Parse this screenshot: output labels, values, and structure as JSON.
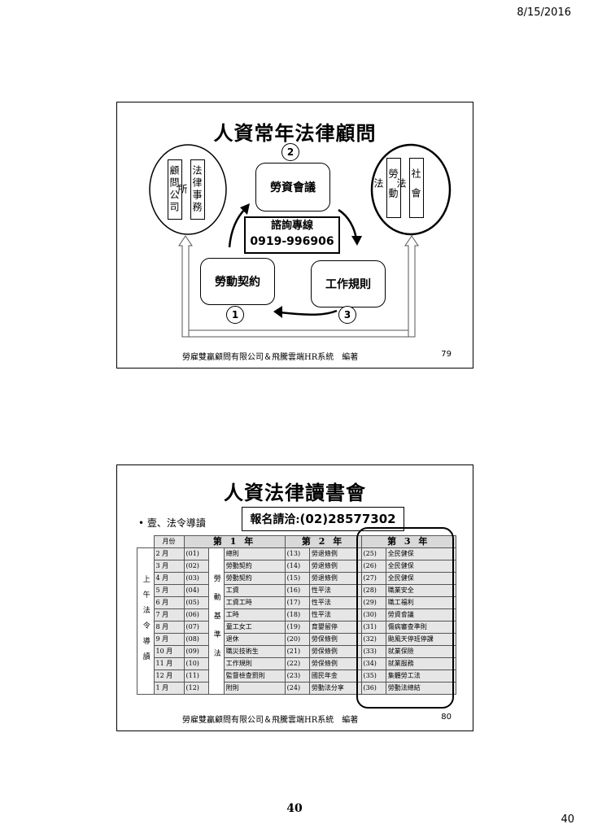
{
  "page": {
    "date": "8/15/2016",
    "center_number": "40",
    "corner_number": "40"
  },
  "slide1": {
    "title": "人資常年法律顧問",
    "left_group": [
      "顧問公司",
      "法律事務所"
    ],
    "right_group": [
      "勞動法",
      "社會法"
    ],
    "center_top": "勞資會議",
    "left_bottom": "勞動契約",
    "right_bottom": "工作規則",
    "hotline_label": "諮詢專線",
    "hotline_number": "0919-996906",
    "step_top": "2",
    "step_left": "1",
    "step_right": "3",
    "footer": "勞雇雙贏顧問有限公司＆飛騰雲端HR系統　編著",
    "slide_number": "79"
  },
  "slide2": {
    "title": "人資法律讀書會",
    "bullet": "•  壹、法令導讀",
    "register_label": "報名請洽:",
    "register_phone": " (02)28577302",
    "side_label": "上午法令導讀",
    "category_label": "勞動基準法",
    "headers": [
      "月份",
      "第 1 年",
      "第 2 年",
      "第 3 年"
    ],
    "rows": [
      [
        "2 月",
        "(01)",
        "總則",
        "(13)",
        "勞退條例",
        "(25)",
        "全民健保"
      ],
      [
        "3 月",
        "(02)",
        "勞動契約",
        "(14)",
        "勞退條例",
        "(26)",
        "全民健保"
      ],
      [
        "4 月",
        "(03)",
        "勞動契約",
        "(15)",
        "勞退條例",
        "(27)",
        "全民健保"
      ],
      [
        "5 月",
        "(04)",
        "工資",
        "(16)",
        "性平法",
        "(28)",
        "職業安全"
      ],
      [
        "6 月",
        "(05)",
        "工資工時",
        "(17)",
        "性平法",
        "(29)",
        "職工福利"
      ],
      [
        "7 月",
        "(06)",
        "工時",
        "(18)",
        "性平法",
        "(30)",
        "勞資會議"
      ],
      [
        "8 月",
        "(07)",
        "童工女工",
        "(19)",
        "育嬰留停",
        "(31)",
        "傷病審查準則"
      ],
      [
        "9 月",
        "(08)",
        "退休",
        "(20)",
        "勞保條例",
        "(32)",
        "颱風天停班停課"
      ],
      [
        "10 月",
        "(09)",
        "職災技術生",
        "(21)",
        "勞保條例",
        "(33)",
        "就業保險"
      ],
      [
        "11 月",
        "(10)",
        "工作規則",
        "(22)",
        "勞保條例",
        "(34)",
        "就業服務"
      ],
      [
        "12 月",
        "(11)",
        "監督檢查罰則",
        "(23)",
        "國民年金",
        "(35)",
        "集體勞工法"
      ],
      [
        "1 月",
        "(12)",
        "附則",
        "(24)",
        "勞動法分享",
        "(36)",
        "勞動法總結"
      ]
    ],
    "footer": "勞雇雙贏顧問有限公司＆飛騰雲端HR系統　編著",
    "slide_number": "80"
  }
}
